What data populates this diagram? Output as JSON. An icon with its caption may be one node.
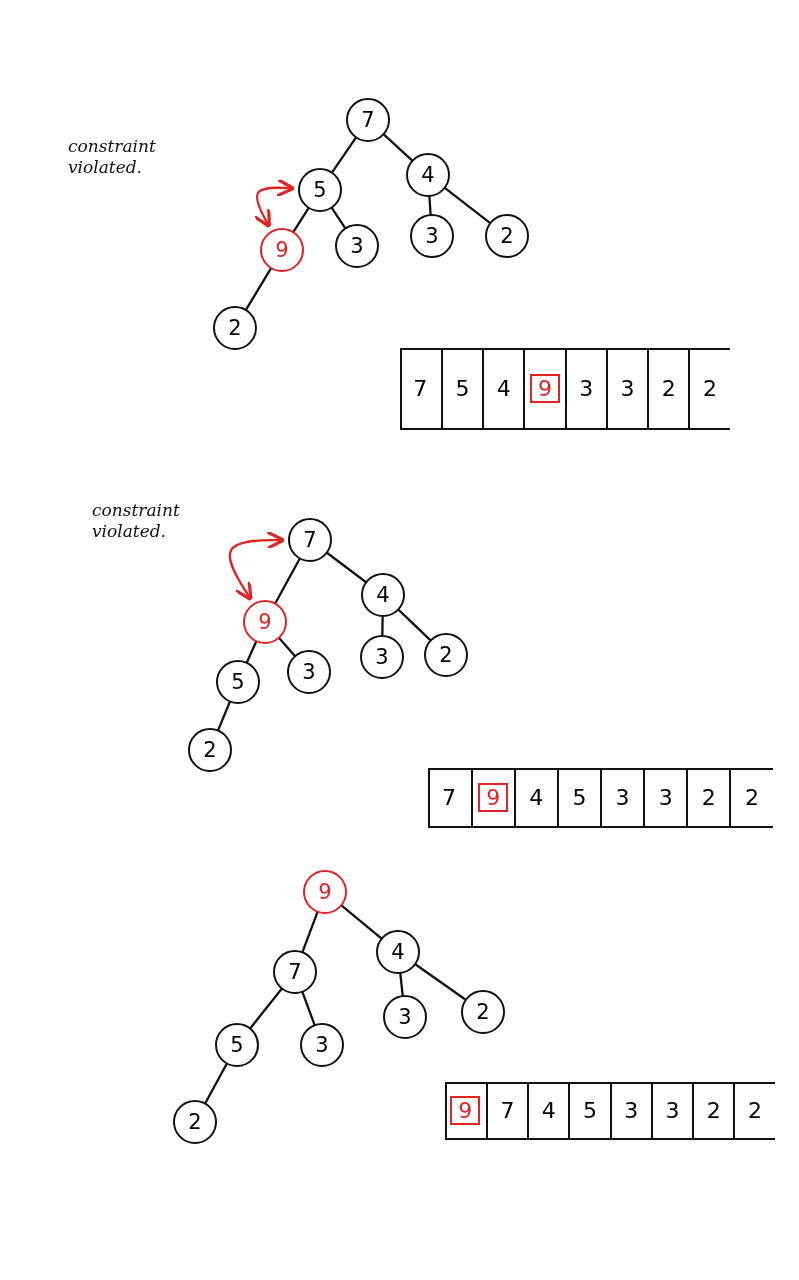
{
  "diagram": {
    "nodes": [
      {
        "text": [
          "7"
        ]
      },
      {
        "text": [
          "5"
        ]
      },
      {
        "text": [
          "4"
        ]
      },
      {
        "text": [
          "9"
        ]
      },
      {
        "text": [
          "3"
        ]
      },
      {
        "text": [
          "3"
        ]
      },
      {
        "text": [
          "2"
        ]
      },
      {
        "text": [
          "2"
        ]
      },
      {
        "text": [],
        "shape": "box"
      },
      {
        "text": [
          "7"
        ],
        "in": 8
      },
      {
        "text": [
          "5"
        ],
        "in": 8
      },
      {
        "text": [
          "4"
        ],
        "in": 8
      },
      {
        "text": [
          "9"
        ],
        "in": 8
      },
      {
        "text": [
          "3"
        ],
        "in": 8
      },
      {
        "text": [
          "3"
        ],
        "in": 8
      },
      {
        "text": [
          "2"
        ],
        "in": 8
      },
      {
        "text": [
          "2"
        ],
        "in": 8
      },
      {
        "text": [
          "7"
        ]
      },
      {
        "text": [
          "9"
        ]
      },
      {
        "text": [
          "4"
        ]
      },
      {
        "text": [
          "5"
        ]
      },
      {
        "text": [
          "3"
        ]
      },
      {
        "text": [
          "3"
        ]
      },
      {
        "text": [
          "2"
        ]
      },
      {
        "text": [
          "2"
        ]
      },
      {
        "text": [],
        "shape": "box"
      },
      {
        "text": [
          "7"
        ],
        "in": 25
      },
      {
        "text": [
          "9"
        ],
        "in": 25
      },
      {
        "text": [
          "4"
        ],
        "in": 25
      },
      {
        "text": [
          "5"
        ],
        "in": 25
      },
      {
        "text": [
          "3"
        ],
        "in": 25
      },
      {
        "text": [
          "3"
        ],
        "in": 25
      },
      {
        "text": [
          "2"
        ],
        "in": 25
      },
      {
        "text": [
          "2"
        ],
        "in": 25
      },
      {
        "text": [
          "9"
        ]
      },
      {
        "text": [
          "7"
        ]
      },
      {
        "text": [
          "4"
        ]
      },
      {
        "text": [
          "5"
        ]
      },
      {
        "text": [
          "3"
        ]
      },
      {
        "text": [
          "3"
        ]
      },
      {
        "text": [
          "2"
        ]
      },
      {
        "text": [
          "2"
        ]
      },
      {
        "text": [],
        "shape": "box"
      },
      {
        "text": [
          "9"
        ],
        "in": 42
      },
      {
        "text": [
          "7"
        ],
        "in": 42
      },
      {
        "text": [
          "4"
        ],
        "in": 42
      },
      {
        "text": [
          "5"
        ],
        "in": 42
      },
      {
        "text": [
          "3"
        ],
        "in": 42
      },
      {
        "text": [
          "3"
        ],
        "in": 42
      },
      {
        "text": [
          "2"
        ],
        "in": 42
      },
      {
        "text": [
          "2"
        ],
        "in": 42
      }
    ],
    "edges": [
      {
        "from": 0,
        "to": 1,
        "arrow": "none"
      },
      {
        "from": 0,
        "to": 2,
        "arrow": "none"
      },
      {
        "from": 1,
        "to": 3,
        "arrow": "none"
      },
      {
        "from": 1,
        "to": 4,
        "arrow": "none"
      },
      {
        "from": 2,
        "to": 5,
        "arrow": "none"
      },
      {
        "from": 2,
        "to": 6,
        "arrow": "none"
      },
      {
        "from": 3,
        "to": 7,
        "arrow": "none"
      },
      {
        "from": 1,
        "to": 3,
        "arrow": "both",
        "color": "#e02424"
      },
      {
        "from": 17,
        "to": 18,
        "arrow": "none"
      },
      {
        "from": 17,
        "to": 19,
        "arrow": "none"
      },
      {
        "from": 18,
        "to": 20,
        "arrow": "none"
      },
      {
        "from": 18,
        "to": 21,
        "arrow": "none"
      },
      {
        "from": 19,
        "to": 22,
        "arrow": "none"
      },
      {
        "from": 19,
        "to": 23,
        "arrow": "none"
      },
      {
        "from": 20,
        "to": 24,
        "arrow": "none"
      },
      {
        "from": 17,
        "to": 18,
        "arrow": "both",
        "color": "#e02424"
      },
      {
        "from": 34,
        "to": 35,
        "arrow": "none"
      },
      {
        "from": 34,
        "to": 36,
        "arrow": "none"
      },
      {
        "from": 35,
        "to": 37,
        "arrow": "none"
      },
      {
        "from": 35,
        "to": 38,
        "arrow": "none"
      },
      {
        "from": 36,
        "to": 39,
        "arrow": "none"
      },
      {
        "from": 36,
        "to": 40,
        "arrow": "none"
      },
      {
        "from": 37,
        "to": 41,
        "arrow": "none"
      }
    ],
    "labels": [
      "constraint violated.",
      "constraint violated."
    ]
  }
}
